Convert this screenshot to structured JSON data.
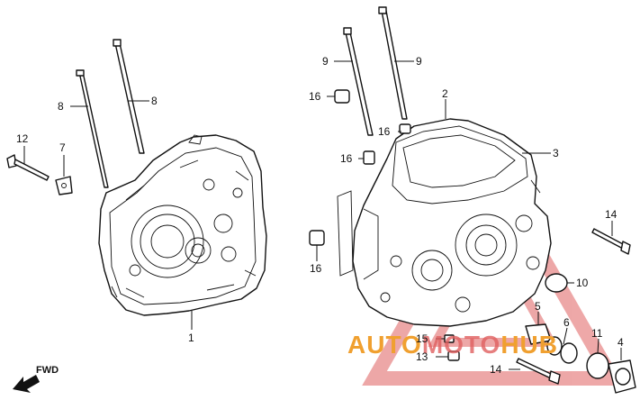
{
  "diagram": {
    "callouts": [
      {
        "id": "c1",
        "text": "1"
      },
      {
        "id": "c2",
        "text": "2"
      },
      {
        "id": "c3",
        "text": "3"
      },
      {
        "id": "c4",
        "text": "4"
      },
      {
        "id": "c5",
        "text": "5"
      },
      {
        "id": "c6",
        "text": "6"
      },
      {
        "id": "c7",
        "text": "7"
      },
      {
        "id": "c8a",
        "text": "8"
      },
      {
        "id": "c8b",
        "text": "8"
      },
      {
        "id": "c9a",
        "text": "9"
      },
      {
        "id": "c9b",
        "text": "9"
      },
      {
        "id": "c10",
        "text": "10"
      },
      {
        "id": "c11",
        "text": "11"
      },
      {
        "id": "c12",
        "text": "12"
      },
      {
        "id": "c13",
        "text": "13"
      },
      {
        "id": "c14a",
        "text": "14"
      },
      {
        "id": "c14b",
        "text": "14"
      },
      {
        "id": "c15",
        "text": "15"
      },
      {
        "id": "c16a",
        "text": "16"
      },
      {
        "id": "c16b",
        "text": "16"
      },
      {
        "id": "c16c",
        "text": "16"
      },
      {
        "id": "c16d",
        "text": "16"
      }
    ],
    "fwd_label": "FWD",
    "watermark": {
      "part1": "AUTO",
      "part2": "MOTO",
      "part3": "HUB",
      "color1": "#f0a030",
      "color2": "#e06060"
    }
  }
}
